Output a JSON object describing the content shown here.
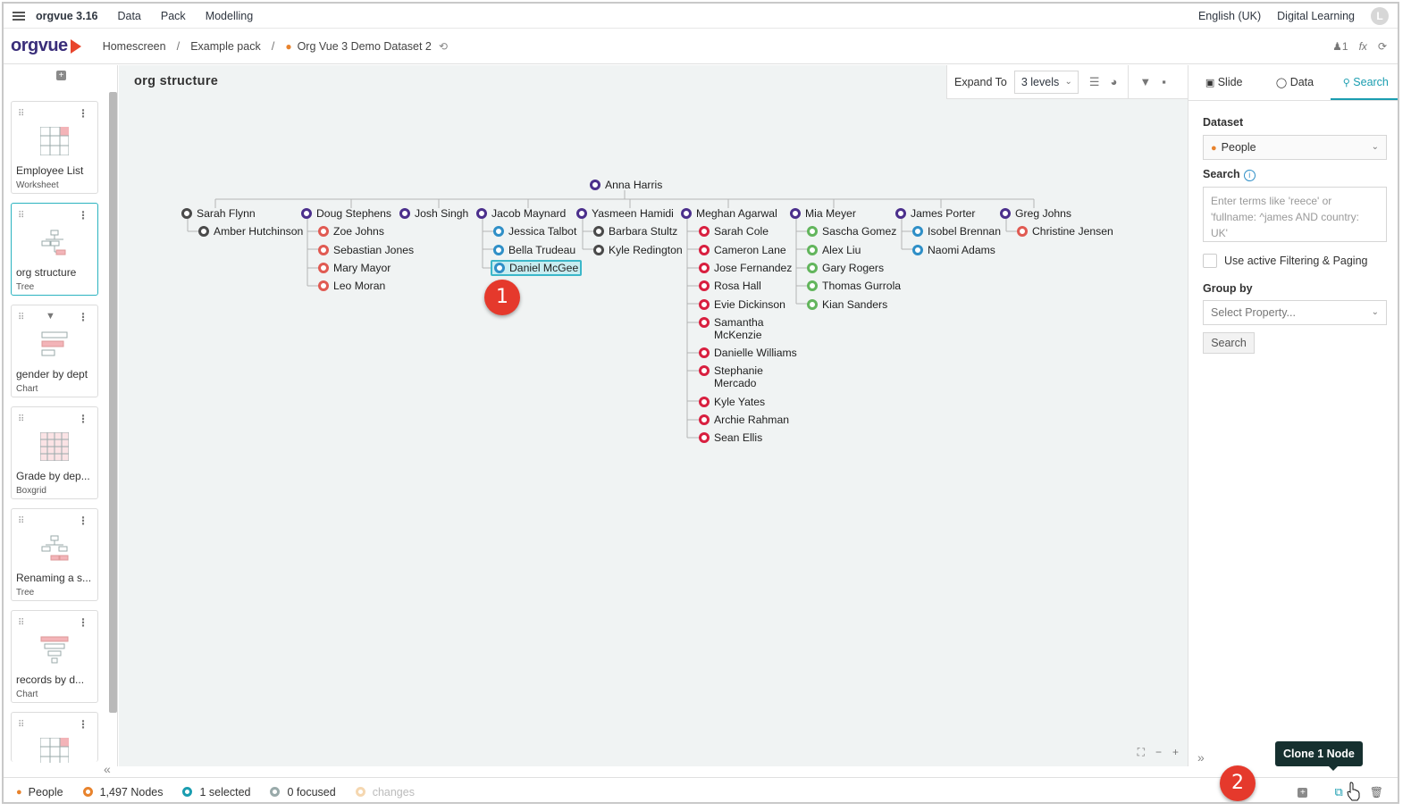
{
  "topbar": {
    "app_version": "orgvue 3.16",
    "menu": [
      "Data",
      "Pack",
      "Modelling"
    ],
    "language": "English (UK)",
    "help": "Digital Learning",
    "avatar_letter": "L"
  },
  "header": {
    "logo_text": "orgvue",
    "breadcrumb": [
      "Homescreen",
      "Example pack",
      "Org Vue 3 Demo Dataset 2"
    ],
    "user_count": "1",
    "fx_label": "fx"
  },
  "sidebar": {
    "cards": [
      {
        "title": "Employee List",
        "kind": "Worksheet",
        "icon": "worksheet-icon"
      },
      {
        "title": "org structure",
        "kind": "Tree",
        "icon": "tree-icon",
        "active": true
      },
      {
        "title": "gender by dept",
        "kind": "Chart",
        "icon": "bar-chart-icon"
      },
      {
        "title": "Grade by dep...",
        "kind": "Boxgrid",
        "icon": "boxgrid-icon"
      },
      {
        "title": "Renaming a s...",
        "kind": "Tree",
        "icon": "tree-icon"
      },
      {
        "title": "records by d...",
        "kind": "Chart",
        "icon": "funnel-chart-icon"
      },
      {
        "title": "",
        "kind": "",
        "icon": "worksheet-icon"
      }
    ]
  },
  "canvas": {
    "title": "org structure",
    "expand_label": "Expand To",
    "expand_value": "3 levels"
  },
  "tree": {
    "root": "Anna Harris",
    "level1": [
      "Sarah Flynn",
      "Doug Stephens",
      "Josh Singh",
      "Jacob Maynard",
      "Yasmeen Hamidi",
      "Meghan Agarwal",
      "Mia Meyer",
      "James Porter",
      "Greg Johns"
    ],
    "children": {
      "sarah": [
        "Amber Hutchinson"
      ],
      "doug": [
        "Zoe Johns",
        "Sebastian Jones",
        "Mary Mayor",
        "Leo Moran"
      ],
      "jacob": [
        "Jessica Talbot",
        "Bella Trudeau",
        "Daniel McGee"
      ],
      "yasmeen": [
        "Barbara Stultz",
        "Kyle Redington"
      ],
      "meghan": [
        "Sarah Cole",
        "Cameron Lane",
        "Jose Fernandez",
        "Rosa Hall",
        "Evie Dickinson",
        "Samantha McKenzie",
        "Danielle Williams",
        "Stephanie Mercado",
        "Kyle Yates",
        "Archie Rahman",
        "Sean Ellis"
      ],
      "mia": [
        "Sascha Gomez",
        "Alex Liu",
        "Gary Rogers",
        "Thomas Gurrola",
        "Kian Sanders"
      ],
      "james": [
        "Isobel Brennan",
        "Naomi Adams"
      ],
      "greg": [
        "Christine Jensen"
      ]
    },
    "selected": "Daniel McGee"
  },
  "callouts": [
    "1",
    "2"
  ],
  "rpanel": {
    "tabs": [
      "Slide",
      "Data",
      "Search"
    ],
    "active_tab": "Search",
    "dataset_label": "Dataset",
    "dataset_value": "People",
    "search_label": "Search",
    "search_placeholder": "Enter terms like 'reece' or 'fullname: ^james AND country: UK'",
    "filter_label": "Use active Filtering & Paging",
    "group_label": "Group by",
    "group_placeholder": "Select Property...",
    "search_button": "Search"
  },
  "statusbar": {
    "dataset": "People",
    "nodes": "1,497 Nodes",
    "selected": "1 selected",
    "focused": "0 focused",
    "changes": "changes",
    "tooltip": "Clone 1 Node"
  },
  "colors": {
    "accent": "#1a9db0",
    "brand": "#3a2e7a",
    "red": "#d81f3f",
    "blue": "#2f8fc7",
    "green": "#62b55c",
    "purple": "#4b2f8c",
    "callout": "#e5392c"
  }
}
